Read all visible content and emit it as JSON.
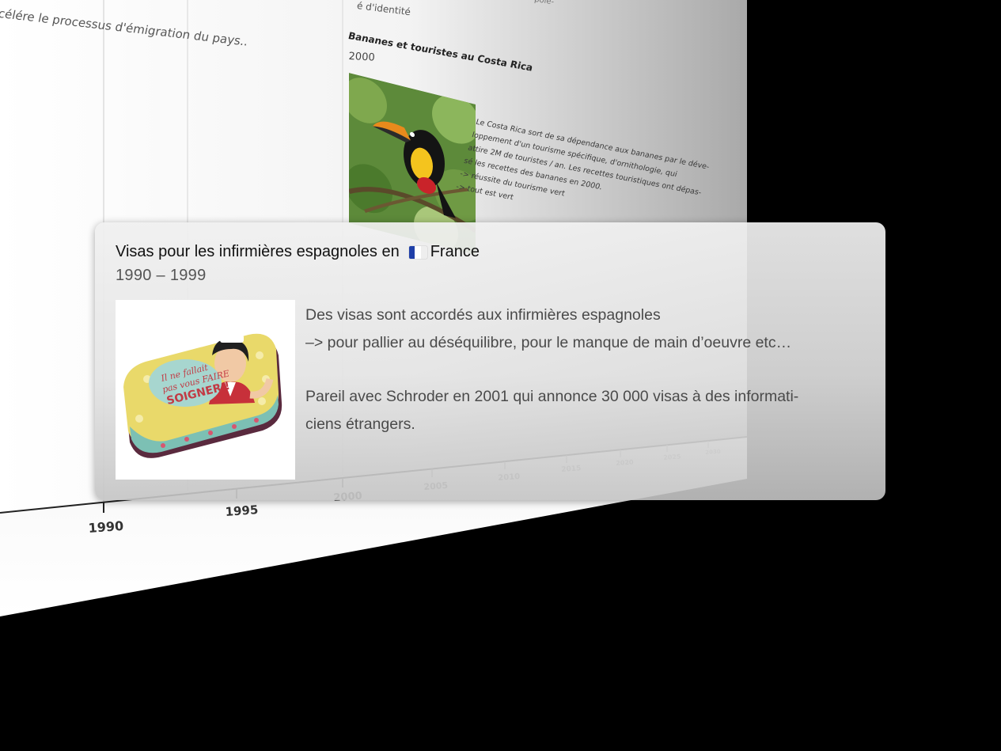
{
  "background": {
    "caption": "célére le processus d'émigration du pays..",
    "identity_fragment": "é d'identité",
    "pole_fragment": "polé-",
    "card": {
      "title": "Bananes et touristes au Costa Rica",
      "year": "2000",
      "image_icon": "toucan-photo",
      "body_lines": [
        "Le Costa Rica sort de sa dépendance aux bananes par le déve-",
        "loppement d'un tourisme spécifique, d'ornithologie, qui",
        "attire 2M de touristes / an. Les recettes touristiques ont dépas-",
        "sé les recettes des bananes en 2000.",
        "   -> réussite du tourisme vert",
        "   -> tout est vert"
      ]
    },
    "axis_years": [
      "1990",
      "1995",
      "2000",
      "2005",
      "2010",
      "2015",
      "2020",
      "2025",
      "2030"
    ]
  },
  "popup": {
    "title": "Visas pour les infirmières espagnoles en",
    "country": "France",
    "flag_icon": "france-flag-icon",
    "flag_colors": [
      "#1f3fa8",
      "#ffffff",
      "#e3222b"
    ],
    "period": "1990 – 1999",
    "image_icon": "retro-tin-box-image",
    "image_text": [
      "Il ne fallait",
      "pas vous FAIRE",
      "SOIGNER !"
    ],
    "body": [
      "Des visas sont accordés aux infirmières espagnoles",
      " –> pour pallier au déséquilibre, pour le manque de main d’oeuvre etc…",
      "",
      "Pareil avec Schroder en 2001 qui annonce 30 000 visas à des informati-",
      "ciens étrangers."
    ]
  }
}
